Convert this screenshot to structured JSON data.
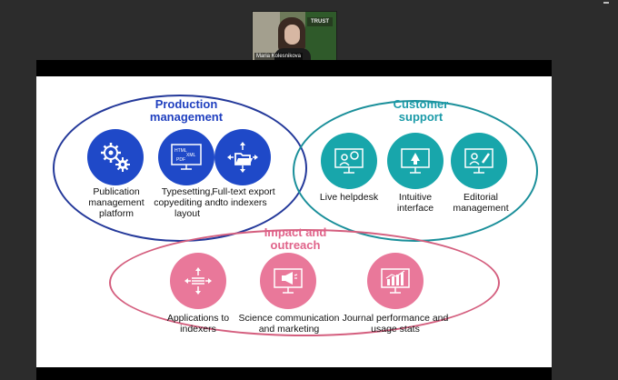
{
  "meeting": {
    "participant_name": "Maria Kolesnikova",
    "background_sign": "TRUST"
  },
  "slide": {
    "production": {
      "title": "Production management",
      "items": [
        {
          "label": "Publication management platform",
          "icon": "gears-icon"
        },
        {
          "label": "Typesetting, copyediting and layout",
          "icon": "document-formats-icon",
          "formats": [
            "HTML",
            "XML",
            "PDF"
          ]
        },
        {
          "label": "Full-text export to indexers",
          "icon": "folder-export-icon"
        }
      ]
    },
    "customer": {
      "title": "Customer support",
      "items": [
        {
          "label": "Live helpdesk",
          "icon": "helpdesk-chat-icon"
        },
        {
          "label": "Intuitive interface",
          "icon": "cursor-screen-icon"
        },
        {
          "label": "Editorial management",
          "icon": "editor-pen-icon"
        }
      ]
    },
    "impact": {
      "title": "Impact and outreach",
      "items": [
        {
          "label": "Applications to indexers",
          "icon": "distribute-arrows-icon"
        },
        {
          "label": "Science communication and marketing",
          "icon": "megaphone-screen-icon"
        },
        {
          "label": "Journal performance and usage stats",
          "icon": "bar-chart-screen-icon"
        }
      ]
    },
    "colors": {
      "production": "#1f49c8",
      "customer": "#18a6ab",
      "impact": "#e9789a"
    }
  }
}
